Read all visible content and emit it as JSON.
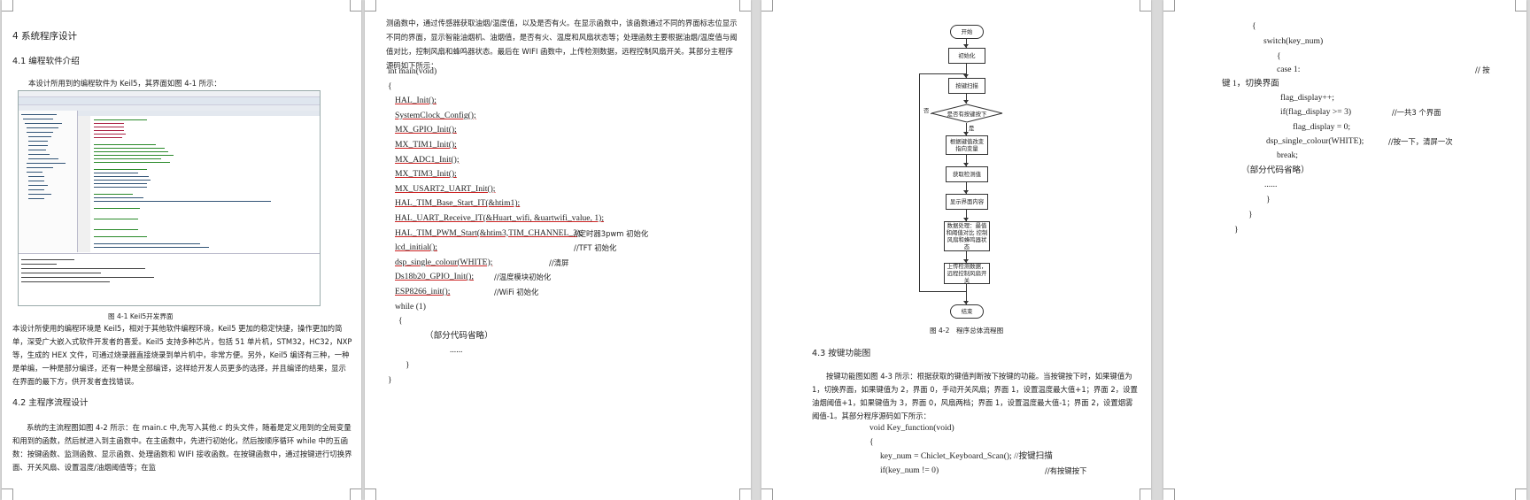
{
  "page1": {
    "section_title": "4 系统程序设计",
    "sub1_title": "4.1 编程软件介绍",
    "intro": "本设计所用到的编程软件为 Keil5，其界面如图 4-1 所示：",
    "fig1_caption": "图 4-1 Keil5开发界面",
    "para1": "本设计所使用的编程环境是 Keil5，相对于其他软件编程环境，Keil5 更加的稳定快捷，操作更加的简单，深受广大嵌入式软件开发者的喜爱。Keil5 支持多种芯片，包括 51 单片机，STM32，HC32，NXP 等，生成的 HEX 文件，可通过烧录器直接烧录到单片机中，非常方便。另外，Keil5 编译有三种，一种是单编，一种是部分编译，还有一种是全部编译，这样给开发人员更多的选择，并且编译的结果，显示在界面的最下方，供开发者查找错误。",
    "sub2_title": "4.2 主程序流程设计",
    "para2": "系统的主流程图如图 4-2 所示：在 main.c 中,先写入其他.c 的头文件，随着是定义用到的全局变量和用到的函数，然后就进入到主函数中。在主函数中，先进行初始化，然后按顺序循环 while 中的五函数：按键函数、监测函数、显示函数、处理函数和 WIFI 接收函数。在按键函数中，通过按键进行切换界面、开关风扇、设置温度/油烟阈值等；在监"
  },
  "page2": {
    "para": "测函数中，通过传感器获取油烟/温度值，以及是否有火。在显示函数中，该函数通过不同的界面标志位显示不同的界面，显示智能油烟机、油烟值，是否有火、温度和风扇状态等；处理函数主要根据油烟/温度值与阈值对比，控制风扇和蜂鸣器状态。最后在 WIFI 函数中，上传检测数据，远程控制风扇开关。其部分主程序源码如下所示：",
    "code": [
      {
        "t": "int main(void)",
        "c": ""
      },
      {
        "t": "{",
        "c": ""
      },
      {
        "t": "HAL_Init();",
        "c": ""
      },
      {
        "t": "SystemClock_Config();",
        "c": ""
      },
      {
        "t": "MX_GPIO_Init();",
        "c": ""
      },
      {
        "t": "MX_TIM1_Init();",
        "c": ""
      },
      {
        "t": "MX_ADC1_Init();",
        "c": ""
      },
      {
        "t": "MX_TIM3_Init();",
        "c": ""
      },
      {
        "t": "MX_USART2_UART_Init();",
        "c": ""
      },
      {
        "t": "HAL_TIM_Base_Start_IT(&htim1);",
        "c": ""
      },
      {
        "t": "HAL_UART_Receive_IT(&Huart_wifi, &uartwifi_value, 1);",
        "c": ""
      },
      {
        "t": "HAL_TIM_PWM_Start(&htim3,TIM_CHANNEL_3);",
        "c": "//定时器3pwm 初始化"
      },
      {
        "t": "lcd_initial();",
        "c": "//TFT 初始化"
      },
      {
        "t": "dsp_single_colour(WHITE);",
        "c": "//清屏"
      },
      {
        "t": "Ds18b20_GPIO_Init();",
        "c": "//温度模块初始化"
      },
      {
        "t": "ESP8266_init();",
        "c": "//WiFi 初始化"
      },
      {
        "t": "while (1)",
        "c": ""
      },
      {
        "t": "{",
        "c": ""
      },
      {
        "t": "（部分代码省略）",
        "c": ""
      },
      {
        "t": "......",
        "c": ""
      },
      {
        "t": "}",
        "c": ""
      },
      {
        "t": "}",
        "c": ""
      }
    ]
  },
  "page3": {
    "flow": {
      "start": "开始",
      "init": "初始化",
      "keyscan": "按键扫描",
      "decision": "是否有按键按下",
      "yes": "是",
      "no": "否",
      "switch": "根据键值改变 指向变量",
      "monitor": "获取检测值",
      "display": "显示界面内容",
      "process": "数据处理：最值和阈值对比 控制风扇和蜂鸣器状态",
      "upload": "上传检测数据，远程控制风扇开关",
      "end": "结束"
    },
    "fig2_caption": "图 4-2　程序总体流程图",
    "sub3_title": "4.3 按键功能图",
    "para": "按键功能图如图 4-3 所示：根据获取的键值判断按下按键的功能。当按键按下时，如果键值为 1，切换界面，如果键值为 2，界面 0，手动开关风扇；界面 1，设置温度最大值+1；界面 2，设置油烟阈值+1，如果键值为 3，界面 0，风扇两档；界面 1，设置温度最大值-1；界面 2，设置烟雾阈值-1。其部分程序源码如下所示：",
    "code": [
      {
        "t": "void Key_function(void)",
        "c": ""
      },
      {
        "t": "{",
        "c": ""
      },
      {
        "t": "key_num = Chiclet_Keyboard_Scan(); //按键扫描",
        "c": ""
      },
      {
        "t": "if(key_num != 0)",
        "c": "//有按键按下"
      }
    ]
  },
  "page4": {
    "code": [
      {
        "t": "{",
        "c": ""
      },
      {
        "t": "switch(key_num)",
        "c": ""
      },
      {
        "t": "{",
        "c": ""
      },
      {
        "t": "case 1:",
        "c": "//  按"
      },
      {
        "t": "键 1，切换界面",
        "c": ""
      },
      {
        "t": "flag_display++;",
        "c": ""
      },
      {
        "t": "if(flag_display >= 3)",
        "c": "//一共3 个界面"
      },
      {
        "t": "flag_display = 0;",
        "c": ""
      },
      {
        "t": "dsp_single_colour(WHITE);",
        "c": "//按一下，清屏一次"
      },
      {
        "t": "break;",
        "c": ""
      },
      {
        "t": "（部分代码省略）",
        "c": ""
      },
      {
        "t": "......",
        "c": ""
      },
      {
        "t": "}",
        "c": ""
      },
      {
        "t": "}",
        "c": ""
      },
      {
        "t": "}",
        "c": ""
      }
    ]
  }
}
